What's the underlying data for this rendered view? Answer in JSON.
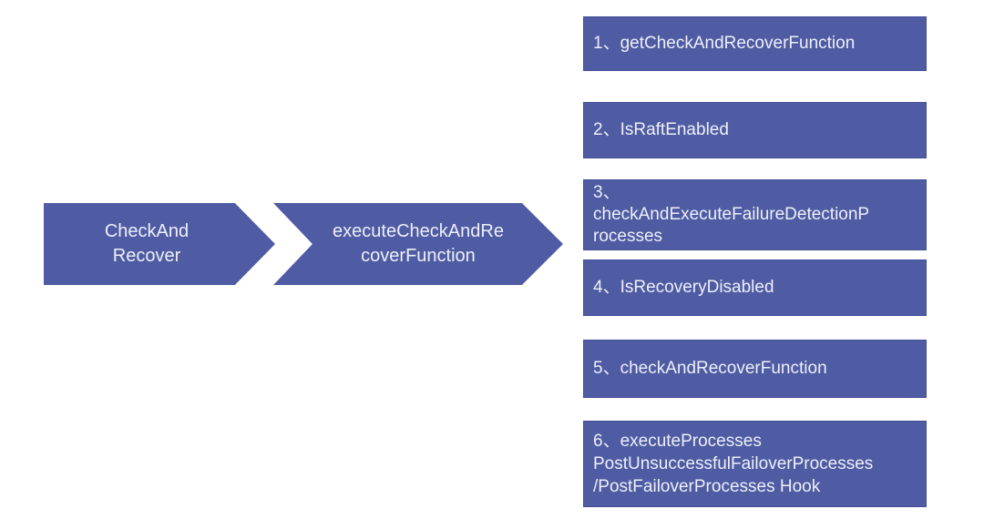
{
  "colors": {
    "shape_fill": "#4f5ca3",
    "shape_border": "#434f96",
    "shape_text": "#edeff8",
    "background": "#ffffff"
  },
  "flow": {
    "steps": [
      {
        "label": "CheckAnd\nRecover"
      },
      {
        "label": "executeCheckAndRe\ncoverFunction"
      }
    ]
  },
  "list": {
    "items": [
      {
        "label": "1、getCheckAndRecoverFunction"
      },
      {
        "label": "2、IsRaftEnabled"
      },
      {
        "label": "3、\ncheckAndExecuteFailureDetectionP\nrocesses"
      },
      {
        "label": "4、IsRecoveryDisabled"
      },
      {
        "label": "5、checkAndRecoverFunction"
      },
      {
        "label": "6、executeProcesses\nPostUnsuccessfulFailoverProcesses\n/PostFailoverProcesses Hook"
      }
    ]
  }
}
